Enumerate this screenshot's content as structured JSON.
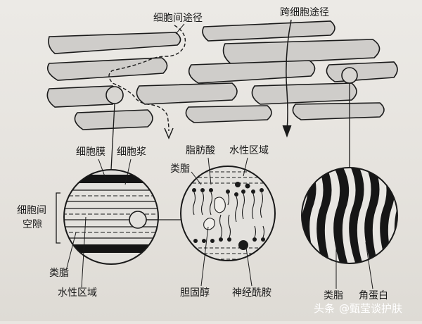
{
  "labels": {
    "intercellular_route": "细胞间途径",
    "transcellular_route": "跨细胞途径",
    "cell_membrane": "细胞膜",
    "cytoplasm": "细胞浆",
    "intercellular_space_line1": "细胞间",
    "intercellular_space_line2": "空隙",
    "lipid_left": "类脂",
    "aqueous_region_left": "水性区域",
    "fatty_acid": "脂肪酸",
    "aqueous_region_center": "水性区域",
    "lipid_center": "类脂",
    "cholesterol": "胆固醇",
    "ceramide": "神经酰胺",
    "lipid_right": "类脂",
    "keratin": "角蛋白"
  },
  "watermark": {
    "prefix": "头条",
    "handle": "@甄莹谈护肤"
  },
  "colors": {
    "cell_fill": "#cfcdca",
    "line": "#1a1a1a",
    "band": "#141414"
  }
}
